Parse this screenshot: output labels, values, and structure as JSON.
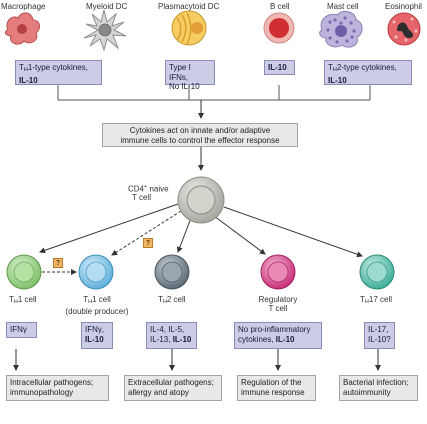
{
  "top_cells": {
    "macrophage": "Macrophage",
    "myeloid_dc": "Myeloid DC",
    "plasmacytoid_dc": "Plasmacytoid DC",
    "b_cell": "B cell",
    "mast_cell": "Mast cell",
    "eosinophil": "Eosinophil"
  },
  "top_boxes": {
    "th1_type_pre": "T",
    "th1_type_sub": "H",
    "th1_type_post": "1-type cytokines,",
    "th1_type_il10": "IL-10",
    "pdc_line1": "Type I IFNs,",
    "pdc_line2": "No IL-10",
    "bcell_il10": "IL-10",
    "th2_type_pre": "T",
    "th2_type_sub": "H",
    "th2_type_post": "2-type cytokines,",
    "th2_type_il10": "IL-10"
  },
  "middle_box": {
    "line1": "Cytokines act on innate and/or adaptive",
    "line2": "immune cells to control the effector response"
  },
  "naive": {
    "line1_pre": "CD4",
    "line1_sup": "+",
    "line1_post": " naive",
    "line2": "T cell"
  },
  "question_mark": "?",
  "t_cells": {
    "th1": {
      "pre": "T",
      "sub": "H",
      "post": "1 cell"
    },
    "th1_dp": {
      "pre": "T",
      "sub": "H",
      "post": "1 cell",
      "line2": "(double producer)"
    },
    "th2": {
      "pre": "T",
      "sub": "H",
      "post": "2 cell"
    },
    "treg": {
      "line1": "Regulatory",
      "line2": "T cell"
    },
    "th17": {
      "pre": "T",
      "sub": "H",
      "post": "17 cell"
    }
  },
  "cytokine_boxes": {
    "th1": "IFNγ",
    "th1_dp_line1": "IFNγ,",
    "th1_dp_line2": "IL-10",
    "th2_line1": "IL-4, IL-5,",
    "th2_line2_pre": "IL-13, ",
    "th2_line2_bold": "IL-10",
    "treg_line1": "No pro-inflammatory",
    "treg_line2_pre": "cytokines, ",
    "treg_line2_bold": "IL-10",
    "th17_line1": "IL-17,",
    "th17_line2": "IL-10?"
  },
  "outcome_boxes": {
    "th1_line1": "Intracellular pathogens;",
    "th1_line2": "immunopathology",
    "th2_line1": "Extracellular pathogens;",
    "th2_line2": "allergy and atopy",
    "treg_line1": "Regulation of the",
    "treg_line2": "immune response",
    "th17_line1": "Bacterial infection;",
    "th17_line2": "autoimmunity"
  },
  "colors": {
    "purple_box": "#cccce6",
    "grey_box": "#e8e8e6",
    "question_box": "#f2b766",
    "th1": "#9bd08b",
    "th1_dp": "#8ec9ea",
    "th2": "#7d8a96",
    "treg": "#d9488e",
    "th17": "#5fc3b0",
    "naive": "#c8c8c0"
  }
}
